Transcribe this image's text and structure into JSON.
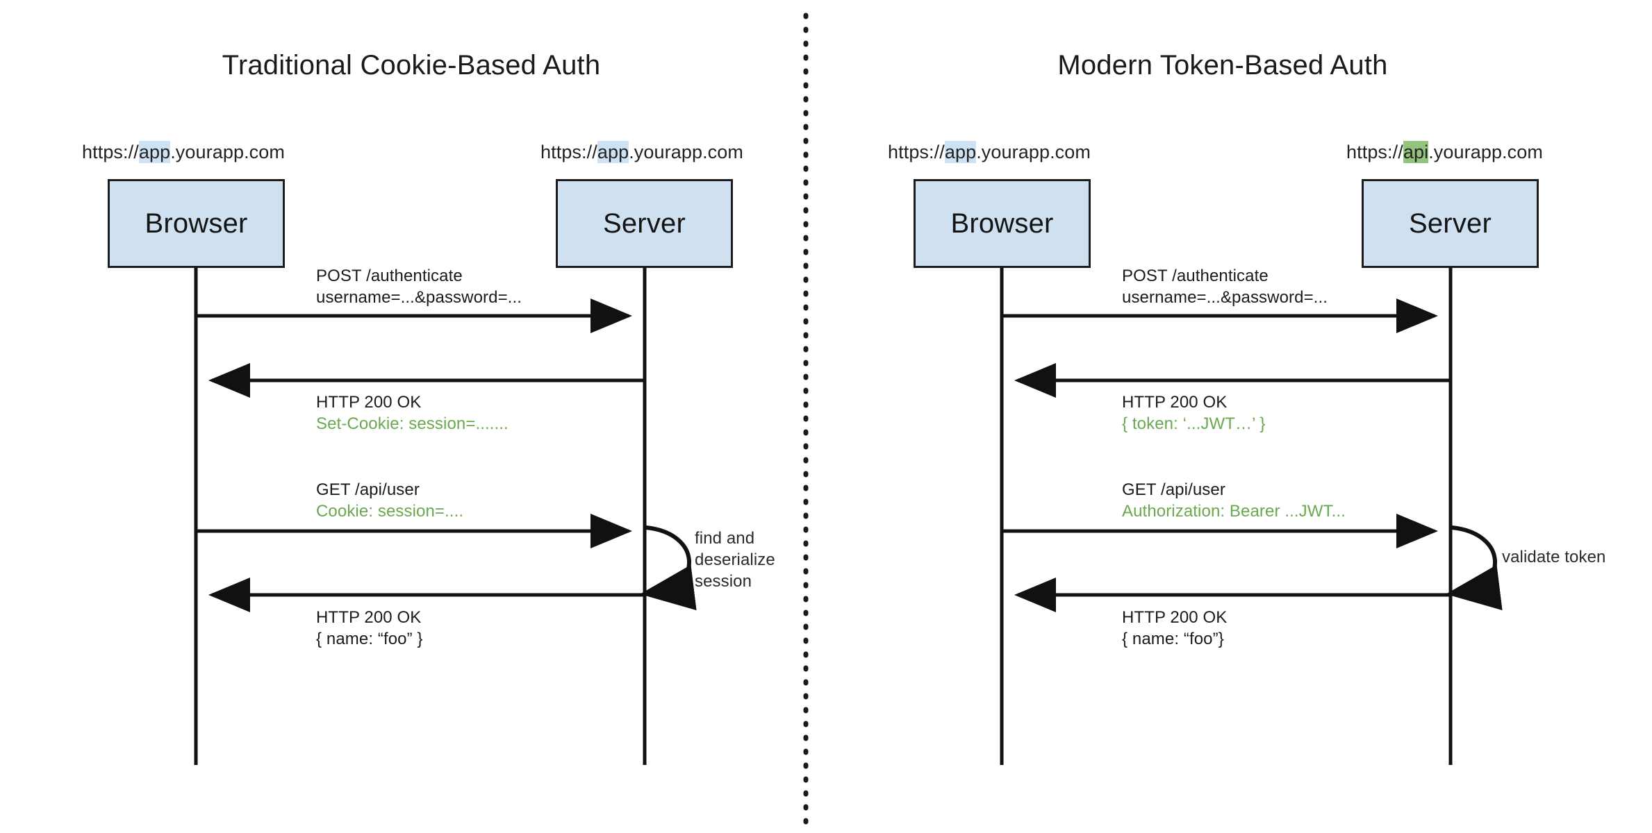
{
  "colors": {
    "box_fill": "#cfe0f0",
    "box_border": "#1c1c1c",
    "line": "#111111",
    "green_text": "#6aa84f",
    "highlight_blue": "#cfe2f3",
    "highlight_green": "#93c47d",
    "background": "#ffffff"
  },
  "divider": {
    "name": "vertical-dotted-divider",
    "style": "dotted"
  },
  "panels": [
    {
      "id": "cookie-auth",
      "title": "Traditional Cookie-Based Auth",
      "actors": [
        {
          "id": "browser",
          "label": "Browser",
          "url": {
            "prefix": "https://",
            "highlight": "app",
            "highlight_color": "blue",
            "suffix": ".yourapp.com",
            "full": "https://app.yourapp.com"
          }
        },
        {
          "id": "server",
          "label": "Server",
          "url": {
            "prefix": "https://",
            "highlight": "app",
            "highlight_color": "blue",
            "suffix": ".yourapp.com",
            "full": "https://app.yourapp.com"
          }
        }
      ],
      "messages": [
        {
          "id": "post-authenticate",
          "direction": "right",
          "line1": "POST /authenticate",
          "line2": "username=...&password=...",
          "line2_color": "dark"
        },
        {
          "id": "http-200-set-cookie",
          "direction": "left",
          "line1": "HTTP 200 OK",
          "line2": "Set-Cookie: session=.......",
          "line2_color": "green"
        },
        {
          "id": "get-api-user",
          "direction": "right",
          "line1": "GET /api/user",
          "line2": "Cookie: session=....",
          "line2_color": "green"
        },
        {
          "id": "http-200-name-foo",
          "direction": "left",
          "line1": "HTTP 200 OK",
          "line2": "{  name: “foo” }",
          "line2_color": "dark"
        }
      ],
      "self_loop": {
        "id": "find-deserialize-session",
        "lines": [
          "find and",
          "deserialize",
          "session"
        ]
      }
    },
    {
      "id": "token-auth",
      "title": "Modern Token-Based Auth",
      "actors": [
        {
          "id": "browser",
          "label": "Browser",
          "url": {
            "prefix": "https://",
            "highlight": "app",
            "highlight_color": "blue",
            "suffix": ".yourapp.com",
            "full": "https://app.yourapp.com"
          }
        },
        {
          "id": "server",
          "label": "Server",
          "url": {
            "prefix": "https://",
            "highlight": "api",
            "highlight_color": "green",
            "suffix": ".yourapp.com",
            "full": "https://api.yourapp.com"
          }
        }
      ],
      "messages": [
        {
          "id": "post-authenticate",
          "direction": "right",
          "line1": "POST /authenticate",
          "line2": "username=...&password=...",
          "line2_color": "dark"
        },
        {
          "id": "http-200-token",
          "direction": "left",
          "line1": "HTTP 200 OK",
          "line2": "{ token: ‘...JWT…’ }",
          "line2_color": "green"
        },
        {
          "id": "get-api-user",
          "direction": "right",
          "line1": "GET /api/user",
          "line2": "Authorization: Bearer ...JWT...",
          "line2_color": "green"
        },
        {
          "id": "http-200-name-foo",
          "direction": "left",
          "line1": "HTTP 200 OK",
          "line2": "{ name: “foo”}",
          "line2_color": "dark"
        }
      ],
      "self_loop": {
        "id": "validate-token",
        "lines": [
          "validate token"
        ]
      }
    }
  ]
}
